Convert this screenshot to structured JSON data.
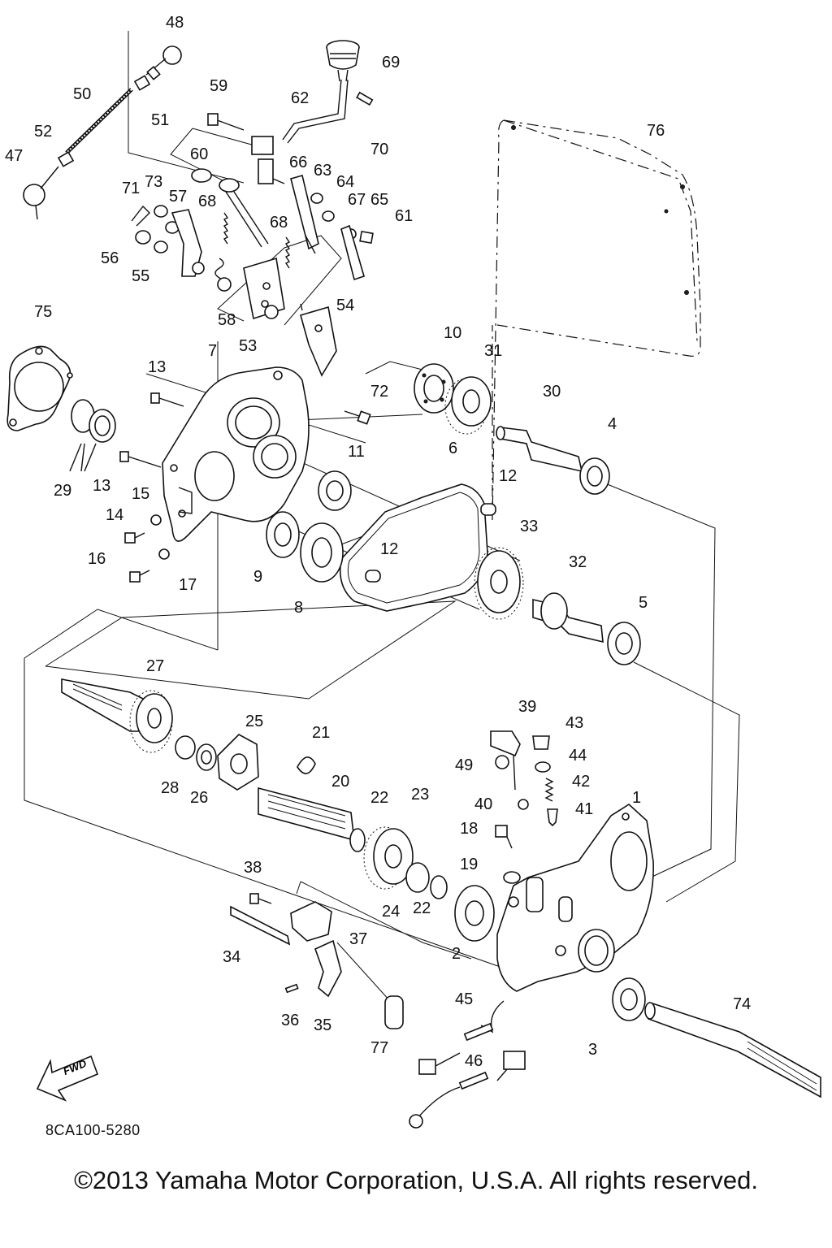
{
  "callouts": [
    "48",
    "69",
    "50",
    "59",
    "62",
    "51",
    "52",
    "70",
    "76",
    "47",
    "60",
    "66",
    "63",
    "64",
    "71",
    "73",
    "57",
    "68",
    "67",
    "65",
    "61",
    "68",
    "56",
    "55",
    "58",
    "54",
    "75",
    "53",
    "10",
    "31",
    "7",
    "13",
    "72",
    "30",
    "4",
    "6",
    "11",
    "12",
    "29",
    "13",
    "15",
    "14",
    "33",
    "12",
    "32",
    "9",
    "16",
    "17",
    "8",
    "5",
    "27",
    "25",
    "39",
    "43",
    "21",
    "49",
    "44",
    "20",
    "42",
    "28",
    "26",
    "22",
    "23",
    "40",
    "41",
    "1",
    "18",
    "19",
    "38",
    "24",
    "22",
    "2",
    "37",
    "34",
    "45",
    "74",
    "36",
    "35",
    "77",
    "46",
    "3"
  ],
  "fwd_label": "FWD",
  "drawing_code": "8CA100-5280",
  "copyright": "©2013 Yamaha Motor Corporation, U.S.A. All rights reserved."
}
